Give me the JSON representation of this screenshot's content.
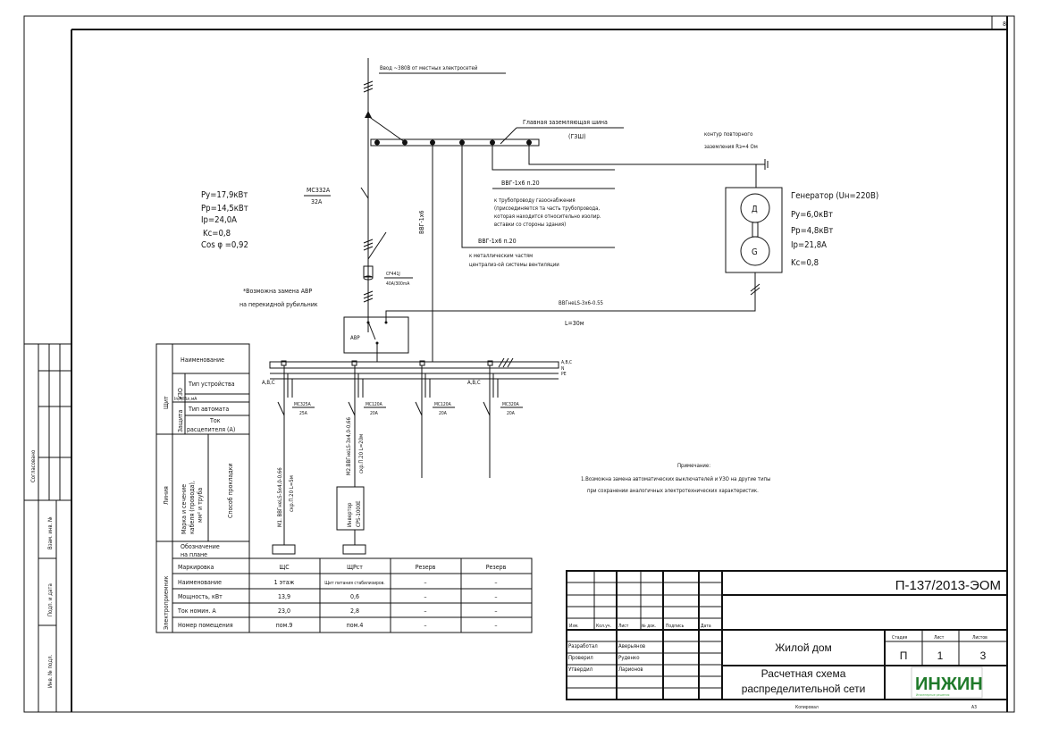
{
  "frame": {
    "sheet_corner": "8",
    "side_labels": [
      "Согласовано",
      "Взам. инв. №",
      "Подп. и дата",
      "Инв. № подл."
    ]
  },
  "supply": {
    "input_label": "Ввод ~380В от местных электросетей",
    "gzsh_title": "Главная заземляющая шина",
    "gzsh_abbr": "(ГЗШ)",
    "riser_cable": "ВВГ-1х6",
    "gas_cable": "ВВГ-1х6 п.20",
    "gas_note": [
      "к трубопроводу газоснабжения",
      "(присоединяется та часть трубопровода,",
      "которая находится относительно изолир.",
      "вставки со стороны здания)"
    ],
    "vent_cable": "ВВГ-1х6 п.20",
    "vent_note": [
      "к металлическим частям",
      "централиз-ой системы вентиляции"
    ],
    "ground_note": [
      "контур повторного",
      "заземления  Rз=4  Ом"
    ]
  },
  "main": {
    "breaker_type": "MC332A",
    "breaker_rating": "32A",
    "rcd_type": "CF441J",
    "rcd_rating": "40A/300mA",
    "params": [
      "Py=17,9кВт",
      "Pp=14,5кВт",
      "Ip=24,0A",
      "Kc=0,8",
      "Cos φ =0,92"
    ],
    "avr_note": [
      "*Возможна замена АВР",
      "на перекидной рубильник"
    ],
    "avr_label": "АВР"
  },
  "generator": {
    "title": "Генератор (Uн=220В)",
    "params": [
      "Py=6,0кВт",
      "Pp=4,8кВт",
      "Ip=21,8A",
      "Kc=0,8"
    ],
    "motor_symbol": "Д",
    "gen_symbol": "G",
    "cable": "ВВГнеLS-3х6-0.55",
    "length": "L=30м"
  },
  "bus": {
    "phases": "A,B,C",
    "neutral": "N",
    "pe": "PE"
  },
  "feeders": [
    {
      "phase_label": "A,B,C",
      "breaker": "MC325A",
      "rating": "25A",
      "cable": "M1. ВВГнеLS-5х4,0-0,66",
      "laying": "скр.П.20  L=5м"
    },
    {
      "phase_label": "",
      "breaker": "MC120A",
      "rating": "20A",
      "cable": "M2.ВВГнеLS-3х4,0-0,66",
      "laying": "скр.П.20  L=20м",
      "device": [
        "Инвертор",
        "CPS-1000E"
      ]
    },
    {
      "phase_label": "",
      "breaker": "MC120A",
      "rating": "20A"
    },
    {
      "phase_label": "A,B,C",
      "breaker": "MC320A",
      "rating": "20A"
    }
  ],
  "table": {
    "groups": {
      "panel": "Щит",
      "rcd": "УЗО",
      "protection": "Защита",
      "line": "Линия",
      "consumer": "Электроприемник"
    },
    "header_rows": {
      "name": "Наименование",
      "device_type": "Тип устройства",
      "leak_current": "In,A/I∆n,мА",
      "breaker_type": "Тип автомата",
      "trip_current": [
        "Ток",
        "расцепителя  (А)"
      ],
      "cable": [
        "Марка  и сечение",
        "кабеля (провода),",
        "мм² и труба"
      ],
      "laying": "Способ  прокладки",
      "plan_mark": [
        "Обозначение",
        "на плане"
      ]
    },
    "row_labels": [
      "Маркировка",
      "Наименование",
      "Мощность, кВт",
      "Ток номин. А",
      "Номер помещения"
    ],
    "columns": [
      [
        "ЩС",
        "1 этаж",
        "13,9",
        "23,0",
        "пом.9"
      ],
      [
        "ЩРст",
        "Щит питания стабилизиров.",
        "0,6",
        "2,8",
        "пом.4"
      ],
      [
        "Резерв",
        "–",
        "–",
        "–",
        "–"
      ],
      [
        "Резерв",
        "–",
        "–",
        "–",
        "–"
      ]
    ]
  },
  "note": {
    "title": "Примечание:",
    "lines": [
      "1.Возможна замена автоматических выключателей и УЗО на другие типы",
      "при сохранении аналогичных электротехнических характеристик."
    ]
  },
  "title_block": {
    "code": "П-137/2013-ЭОМ",
    "col_headers": [
      "Изм.",
      "Кол.уч.",
      "Лист",
      "№ док.",
      "Подпись",
      "Дата"
    ],
    "roles": [
      {
        "role": "Разработал",
        "name": "Аверьянов"
      },
      {
        "role": "Проверил",
        "name": "Руденко"
      },
      {
        "role": "Утвердил",
        "name": "Ларионов"
      }
    ],
    "object": "Жилой дом",
    "title_lines": [
      "Расчетная схема",
      "распределительной сети"
    ],
    "stage_label": "Стадия",
    "stage": "П",
    "sheet_label": "Лист",
    "sheet": "1",
    "sheets_label": "Листов",
    "sheets": "3",
    "logo": "ИНЖИН",
    "logo_sub": "Инженерные решения",
    "copied": "Копировал",
    "format": "A3"
  }
}
